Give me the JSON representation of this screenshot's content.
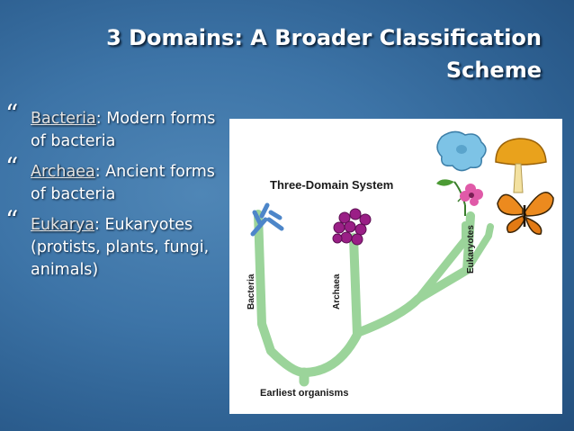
{
  "slide": {
    "title": "3 Domains: A Broader Classification Scheme"
  },
  "bullets": [
    {
      "term": "Bacteria",
      "text": ": Modern forms of bacteria"
    },
    {
      "term": "Archaea",
      "text": ": Ancient forms of bacteria"
    },
    {
      "term": "Eukarya",
      "text": ": Eukaryotes (protists, plants, fungi, animals)"
    }
  ],
  "figure": {
    "title": "Three-Domain System",
    "branch_labels": {
      "bacteria": "Bacteria",
      "archaea": "Archaea",
      "eukaryotes": "Eukaryotes"
    },
    "root_label": "Earliest organisms"
  },
  "colors": {
    "tree": "#9bd49a",
    "background": "#3d74a7"
  }
}
